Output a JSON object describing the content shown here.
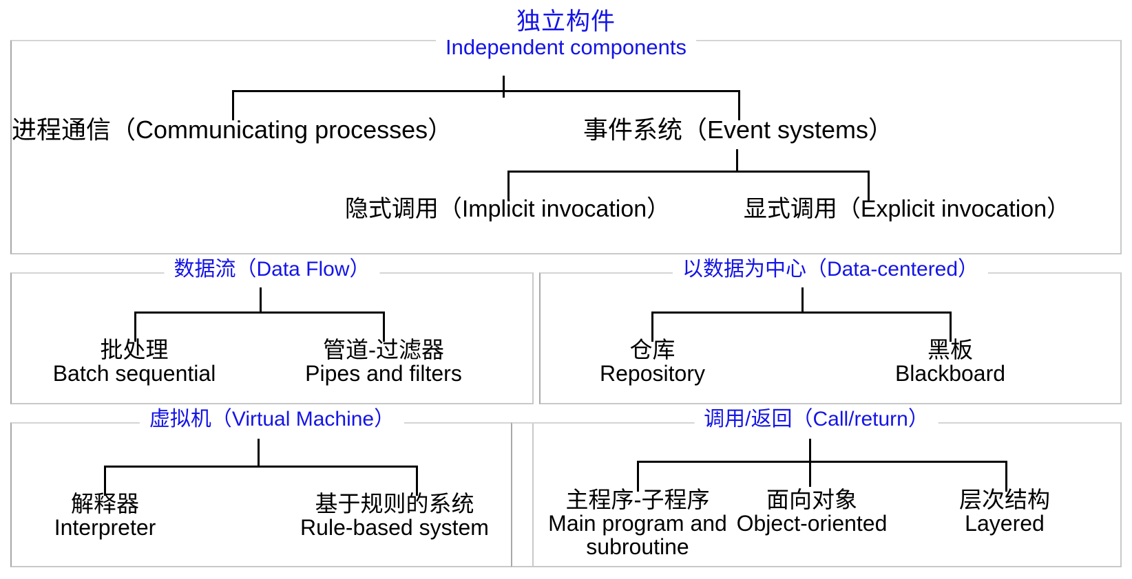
{
  "diagram": {
    "title_group": {
      "title_cn": "独立构件",
      "title_en": "Independent components",
      "accent_color": "#1414E6",
      "border_color": "#C8C8C8",
      "text_color": "#000000"
    },
    "independent_components": {
      "children": [
        {
          "label": "进程通信（Communicating processes）"
        },
        {
          "label": "事件系统（Event systems）"
        }
      ],
      "event_systems_children": [
        {
          "label": "隐式调用（Implicit invocation）"
        },
        {
          "label": "显式调用（Explicit invocation）"
        }
      ]
    },
    "data_flow": {
      "title_cn": "数据流（Data Flow）",
      "children": [
        {
          "cn": "批处理",
          "en": "Batch sequential"
        },
        {
          "cn": "管道-过滤器",
          "en": "Pipes and filters"
        }
      ]
    },
    "data_centered": {
      "title_cn": "以数据为中心（Data-centered）",
      "children": [
        {
          "cn": "仓库",
          "en": "Repository"
        },
        {
          "cn": "黑板",
          "en": "Blackboard"
        }
      ]
    },
    "virtual_machine": {
      "title_cn": "虚拟机（Virtual Machine）",
      "children": [
        {
          "cn": "解释器",
          "en": "Interpreter"
        },
        {
          "cn": "基于规则的系统",
          "en": "Rule-based system"
        }
      ]
    },
    "call_return": {
      "title_cn": "调用/返回（Call/return）",
      "children": [
        {
          "cn": "主程序-子程序",
          "en": "Main program and subroutine"
        },
        {
          "cn": "面向对象",
          "en": "Object-oriented"
        },
        {
          "cn": "层次结构",
          "en": "Layered"
        }
      ]
    }
  }
}
